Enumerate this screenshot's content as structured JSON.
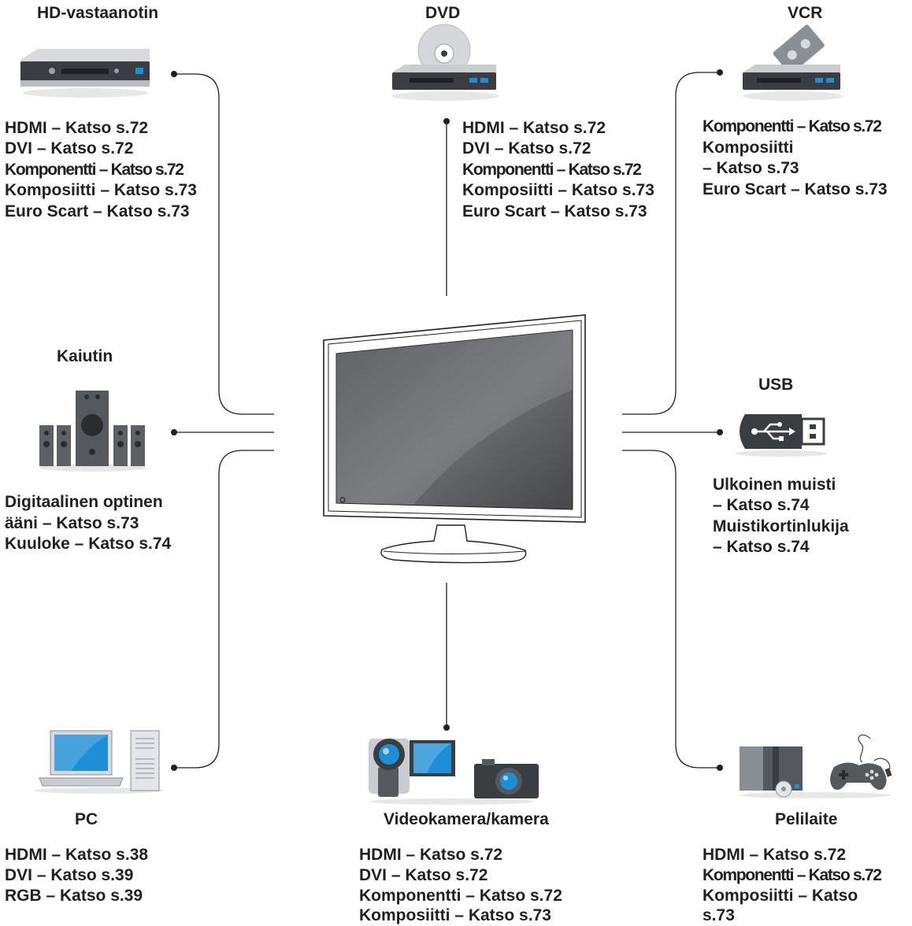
{
  "devices": {
    "hd": {
      "title": "HD-vastaanotin",
      "lines": [
        "HDMI – Katso s.72",
        "DVI – Katso s.72",
        "Komponentti – Katso s.72",
        "Komposiitti –  Katso s.73",
        "Euro Scart – Katso s.73"
      ]
    },
    "dvd": {
      "title": "DVD",
      "lines": [
        "HDMI – Katso s.72",
        "DVI – Katso s.72",
        "Komponentti – Katso s.72",
        "Komposiitti –  Katso s.73",
        "Euro Scart – Katso s.73"
      ]
    },
    "vcr": {
      "title": "VCR",
      "lines": [
        "Komponentti – Katso s.72",
        "Komposiitti",
        "–  Katso s.73",
        "Euro Scart – Katso s.73"
      ]
    },
    "speaker": {
      "title": "Kaiutin",
      "lines": [
        "Digitaalinen optinen",
        "ääni – Katso s.73",
        "Kuuloke – Katso s.74"
      ]
    },
    "usb": {
      "title": "USB",
      "lines": [
        "Ulkoinen muisti",
        "– Katso s.74",
        "Muistikortinlukija",
        "– Katso s.74"
      ]
    },
    "pc": {
      "title": "PC",
      "lines": [
        "HDMI – Katso s.38",
        "DVI – Katso s.39",
        "RGB – Katso s.39"
      ]
    },
    "camera": {
      "title": "Videokamera/kamera",
      "lines": [
        "HDMI – Katso s.72",
        "DVI – Katso s.72",
        "Komponentti – Katso s.72",
        "Komposiitti –  Katso s.73"
      ]
    },
    "game": {
      "title": "Pelilaite",
      "lines": [
        "HDMI – Katso s.72",
        "Komponentti – Katso s.72",
        "Komposiitti –  Katso",
        "s.73"
      ]
    }
  },
  "colors": {
    "line": "#231f20",
    "device_dark": "#3a3d42",
    "device_silver": "#d7d9dc",
    "accent_blue": "#1e8fd6",
    "tv_screen": "#5a5c5f"
  }
}
